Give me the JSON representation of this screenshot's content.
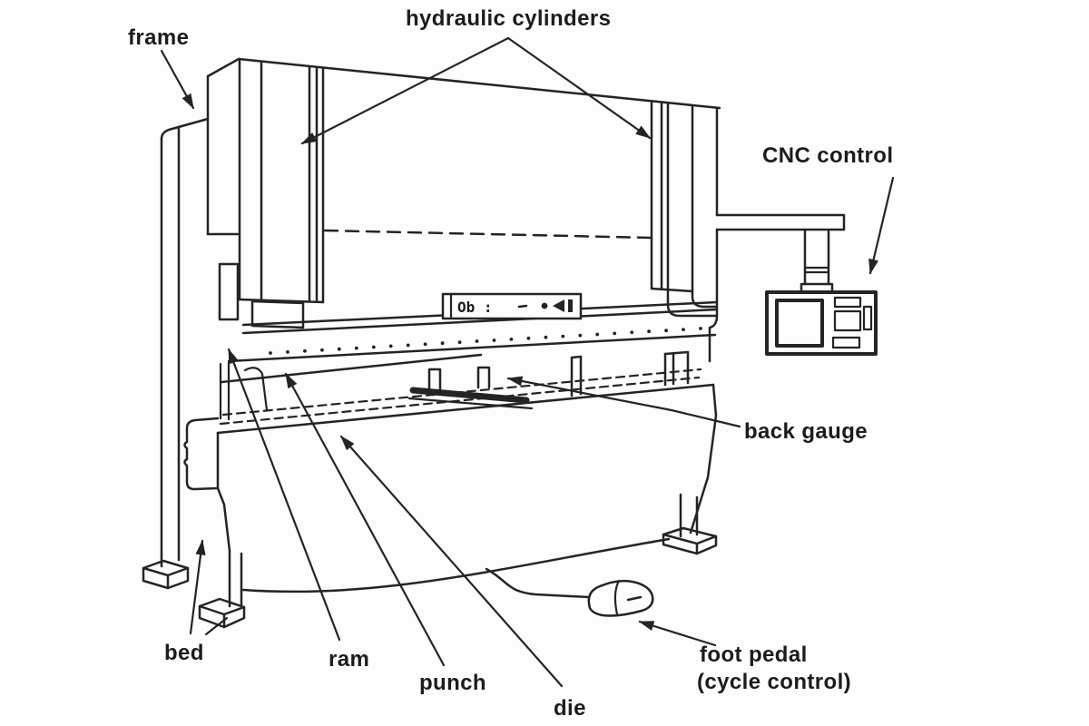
{
  "colors": {
    "ink": "#242424",
    "background": "#fdfdfd"
  },
  "diagram": {
    "subject": "hydraulic press brake schematic",
    "labels": {
      "frame": "frame",
      "hydraulic_cylinders": "hydraulic cylinders",
      "cnc_control": "CNC control",
      "back_gauge": "back gauge",
      "bed": "bed",
      "ram": "ram",
      "punch": "punch",
      "die": "die",
      "foot_pedal_line1": "foot pedal",
      "foot_pedal_line2": "(cycle control)"
    },
    "display_panel": {
      "text": "Ob :"
    },
    "bolt_row": {
      "count": 26
    }
  }
}
